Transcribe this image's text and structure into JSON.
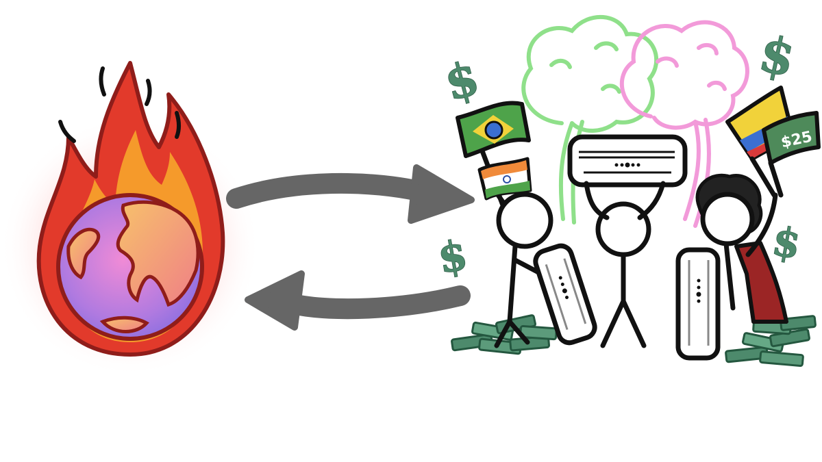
{
  "illustration": {
    "left": "burning-earth",
    "right": "people-with-flags-money-and-air-conditioners",
    "arrows": [
      "right-arrow",
      "left-arrow"
    ]
  },
  "symbols": {
    "dollar": "$"
  },
  "flags": {
    "upper_right_flag_text": "$25"
  },
  "colors": {
    "background": "#ffffff",
    "arrow": "#666666",
    "flame_outer": "#e23a2b",
    "flame_inner": "#f59a2b",
    "planet": "#b07ae0",
    "land": "#f3a96b",
    "money": "#4d8a6c",
    "green_cloud": "#8fe08a",
    "pink_cloud": "#f29ad9",
    "outline": "#111111"
  }
}
